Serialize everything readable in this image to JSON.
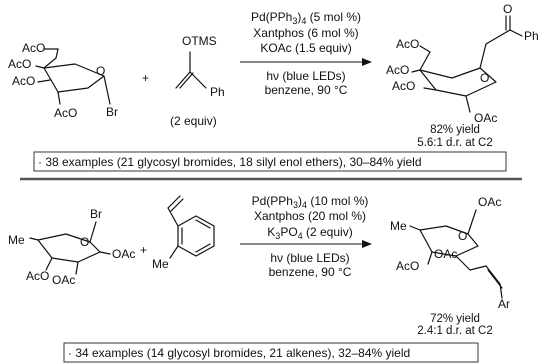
{
  "reaction1": {
    "sm1": {
      "ring_o": "O",
      "substituents": [
        "AcO",
        "AcO",
        "AcO",
        "AcO",
        "Br"
      ]
    },
    "plus": "+",
    "sm2": {
      "group": "OTMS",
      "aryl": "Ph",
      "equiv": "(2 equiv)"
    },
    "conditions_above": [
      "Pd(PPh3)4 (5 mol %)",
      "Xantphos (6 mol %)",
      "KOAc (1.5 equiv)"
    ],
    "conditions_below": [
      "hν (blue LEDs)",
      "benzene, 90 °C"
    ],
    "product": {
      "ring_o": "O",
      "carbonyl_o": "O",
      "substituents": [
        "AcO",
        "AcO",
        "AcO",
        "Ph",
        "OAc"
      ]
    },
    "yield": "82% yield",
    "selectivity": "5.6:1 d.r. at C2",
    "scope": "· 38 examples (21 glycosyl bromides, 18 silyl enol ethers), 30–84% yield"
  },
  "reaction2": {
    "sm1": {
      "ring_o": "O",
      "substituents": [
        "Br",
        "Me",
        "OAc",
        "OAc",
        "AcO"
      ]
    },
    "plus": "+",
    "sm2": {
      "methyl": "Me"
    },
    "conditions_above": [
      "Pd(PPh3)4 (10 mol %)",
      "Xantphos (20 mol %)",
      "K3PO4 (2 equiv)"
    ],
    "conditions_below": [
      "hν (blue LEDs)",
      "benzene, 90 °C"
    ],
    "product": {
      "ring_o": "O",
      "substituents": [
        "OAc",
        "Me",
        "OAc",
        "AcO",
        "Ar"
      ]
    },
    "yield": "72% yield",
    "selectivity": "2.4:1 d.r. at C2",
    "scope": "· 34 examples (14 glycosyl bromides, 21 alkenes), 32–84% yield"
  },
  "colors": {
    "ink": "#111111",
    "divider": "#555555",
    "box_border": "#222222"
  }
}
